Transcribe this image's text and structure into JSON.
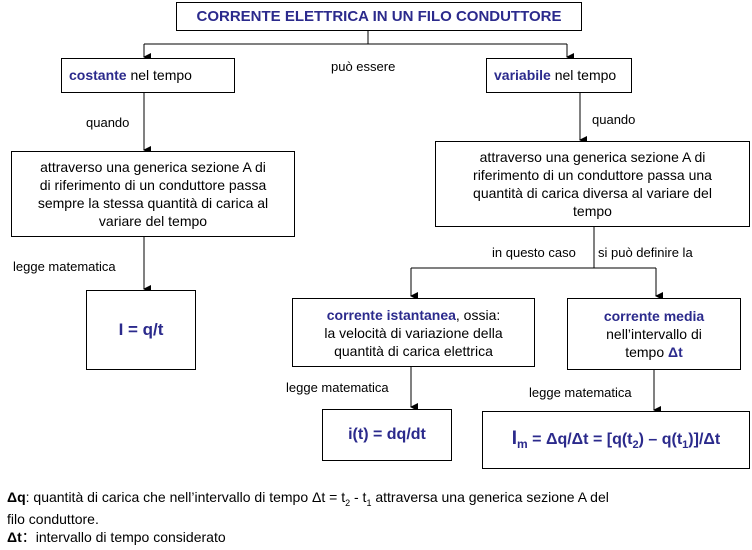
{
  "title": "CORRENTE ELETTRICA IN UN FILO CONDUTTORE",
  "connector_puo_essere": "può essere",
  "left": {
    "head_bold": "costante",
    "head_rest": " nel tempo",
    "quando": "quando",
    "desc": [
      "attraverso una generica sezione A di",
      "di riferimento di un conduttore passa",
      "sempre la stessa quantità di carica al",
      "variare del tempo"
    ],
    "legge": "legge matematica",
    "formula": "I = q/t"
  },
  "right": {
    "head_bold": "variabile",
    "head_rest": " nel tempo",
    "quando": "quando",
    "desc": [
      "attraverso una generica sezione A di",
      "riferimento di un conduttore passa una",
      "quantità di carica diversa al variare del",
      "tempo"
    ],
    "in_questo_caso": "in questo caso",
    "si_puo_definire": "si può definire la"
  },
  "istantanea": {
    "bold": "corrente istantanea",
    "rest": ", ossia:",
    "lines": [
      "la velocità di variazione della",
      "quantità di carica elettrica"
    ],
    "legge": "legge matematica",
    "formula": "i(t) = dq/dt"
  },
  "media": {
    "bold": "corrente media",
    "line2": "nell’intervallo di",
    "line3_pre": "tempo ",
    "line3_bold": "Δt",
    "legge": "legge matematica",
    "formula_I": "I",
    "formula_m": "m",
    "formula_mid": " = Δq/Δt  = [q(t",
    "sub2": "2",
    "formula_minus": ") – q(t",
    "sub1": "1",
    "formula_end": ")]/Δt"
  },
  "footer": {
    "dq_label": "Δq",
    "dq_text_a": ": quantità di carica che nell’intervallo di tempo Δt = t",
    "dq_sub2": "2",
    "dq_text_b": " - t",
    "dq_sub1": "1",
    "dq_text_c": " attraversa una generica sezione A del",
    "dq_line2": "filo conduttore.",
    "dt_label": "Δt",
    "dt_text": "：intervallo di tempo considerato"
  }
}
